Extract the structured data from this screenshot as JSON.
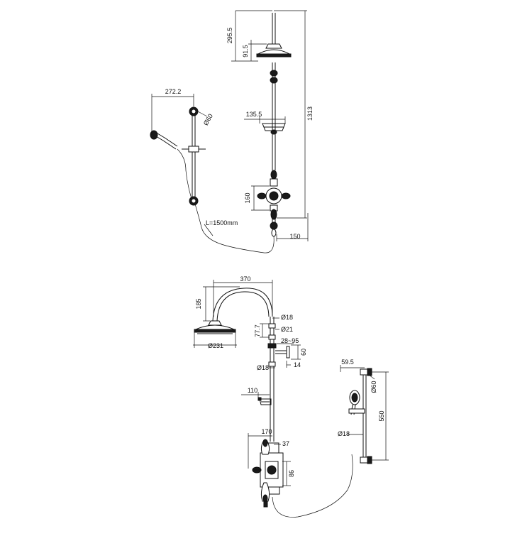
{
  "diagram": {
    "top": {
      "dim_total_height": "1313",
      "dim_head_drop": "295.5",
      "dim_head_height": "91.5",
      "dim_slide_arm": "272.2",
      "dim_bracket_dia": "Ø60",
      "dim_soap_dish": "135.5",
      "dim_valve_height": "160",
      "dim_projection": "150",
      "hose_length": "L=1500mm"
    },
    "bottom": {
      "dim_arm_width": "370",
      "dim_arm_height": "185",
      "dim_pipe_dia_1": "Ø18",
      "dim_pipe_dia_2": "Ø21",
      "dim_gap": "77.7",
      "dim_range": "28~95",
      "dim_bracket_60": "60",
      "dim_bracket_14": "14",
      "dim_pipe_dia_3": "Ø18",
      "dim_head_dia": "Ø231",
      "dim_dish": "110",
      "dim_valve_width": "170",
      "dim_valve_37": "37",
      "dim_valve_86": "86",
      "dim_rail_offset": "59.5",
      "dim_rail_bracket": "Ø60",
      "dim_rail_length": "550",
      "dim_rail_dia": "Ø18"
    }
  }
}
